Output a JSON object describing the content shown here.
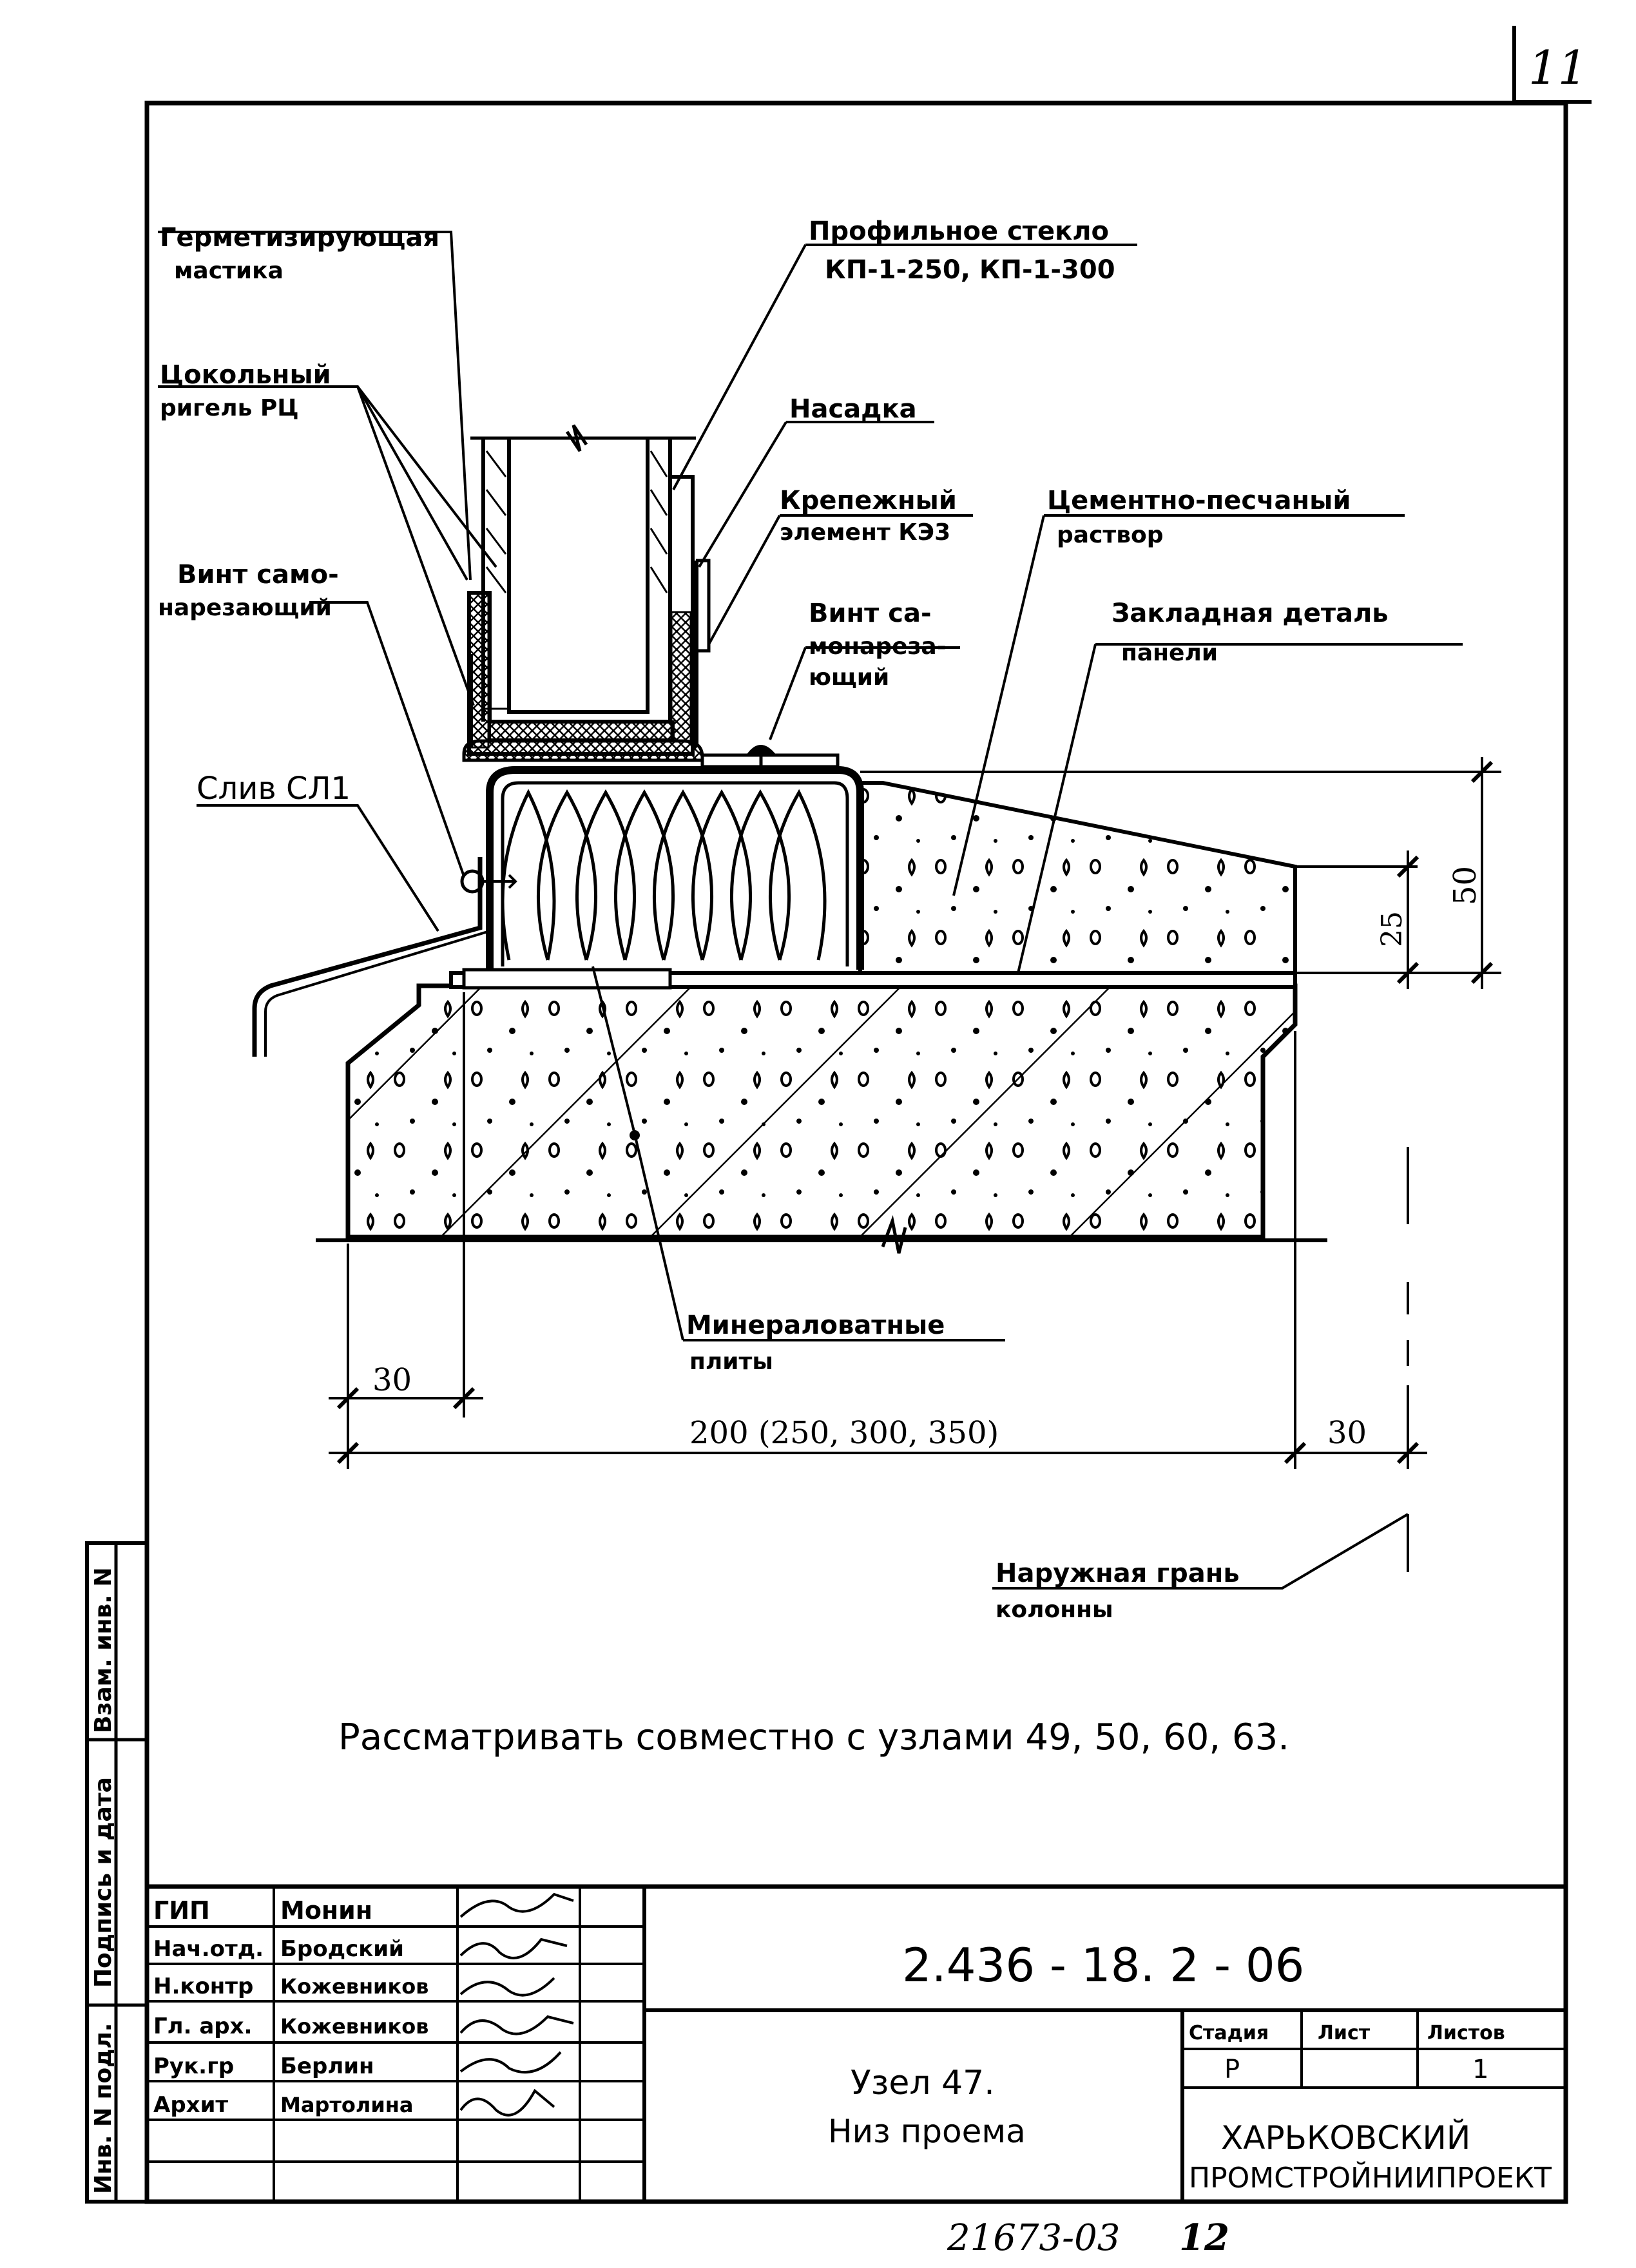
{
  "sheet": {
    "page_number": "11",
    "bottom_number": "21673-03",
    "bottom_number_2": "12"
  },
  "labels": {
    "sealing_mastic": [
      "Герметизирующая",
      "мастика"
    ],
    "profile_glass": [
      "Профильное стекло",
      "КП-1-250, КП-1-300"
    ],
    "plinth_beam": [
      "Цокольный",
      "ригель РЦ"
    ],
    "cap": "Насадка",
    "fastening_element": [
      "Крепежный",
      "элемент КЭ3"
    ],
    "cement_mortar": [
      "Цементно-песчаный",
      "раствор"
    ],
    "self_tapping_screw_left": [
      "Винт само-",
      "нарезающий"
    ],
    "self_tapping_screw_right": [
      "Винт са-",
      "монареза-",
      "ющий"
    ],
    "embedded_part": [
      "Закладная деталь",
      "панели"
    ],
    "drip": "Слив СЛ1",
    "mineral_wool": [
      "Минераловатные",
      "плиты"
    ],
    "outer_face": [
      "Наружная грань",
      "колонны"
    ]
  },
  "dimensions": {
    "left_offset": "30",
    "width": "200 (250, 300, 350)",
    "right_offset": "30",
    "height_total": "50",
    "height_partial": "25"
  },
  "note": "Рассматривать совместно с узлами 49, 50, 60, 63.",
  "side_stamp": {
    "col1": "Инв. N подл.",
    "col2": "Подпись и дата",
    "col3": "Взам. инв. N"
  },
  "title_block": {
    "rows": [
      {
        "role": "ГИП",
        "name": "Монин"
      },
      {
        "role": "Нач.отд.",
        "name": "Бродский"
      },
      {
        "role": "Н.контр",
        "name": "Кожевников"
      },
      {
        "role": "Гл. арх.",
        "name": "Кожевников"
      },
      {
        "role": "Рук.гр",
        "name": "Берлин"
      },
      {
        "role": "Архит",
        "name": "Мартолина"
      }
    ],
    "doc_code": "2.436 - 18. 2 - 06",
    "node_title": "Узел 47.",
    "node_subtitle": "Низ проема",
    "stage_header": "Стадия",
    "sheet_header": "Лист",
    "sheets_header": "Листов",
    "stage_value": "Р",
    "sheet_value": "",
    "sheets_value": "1",
    "organization_line1": "ХАРЬКОВСКИЙ",
    "organization_line2": "ПРОМСТРОЙНИИПРОЕКТ"
  }
}
